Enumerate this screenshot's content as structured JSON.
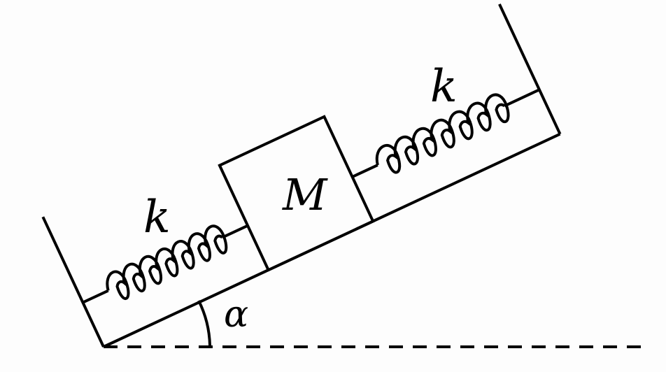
{
  "diagram": {
    "spring_left_label": "k",
    "spring_right_label": "k",
    "block_label": "M",
    "angle_label": "α"
  }
}
